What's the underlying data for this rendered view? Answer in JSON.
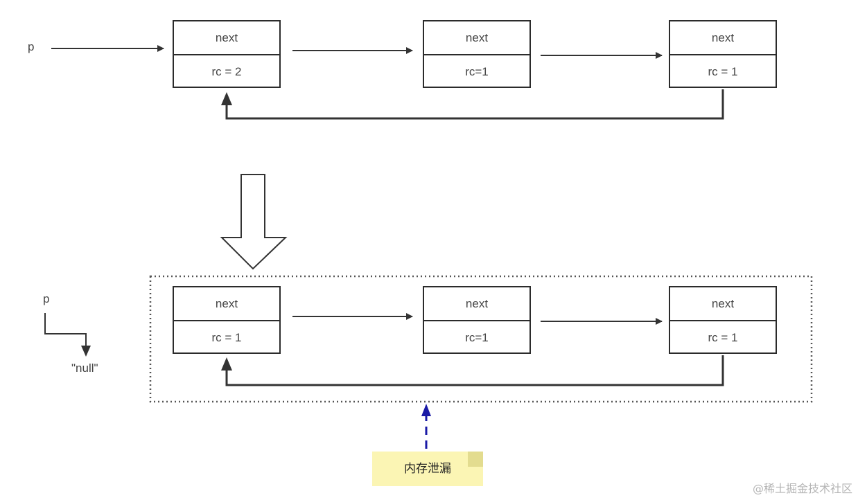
{
  "before": {
    "pointer_label": "p",
    "nodes": [
      {
        "next": "next",
        "rc": "rc = 2"
      },
      {
        "next": "next",
        "rc": "rc=1"
      },
      {
        "next": "next",
        "rc": "rc = 1"
      }
    ]
  },
  "after": {
    "pointer_label": "p",
    "pointer_target": "\"null\"",
    "nodes": [
      {
        "next": "next",
        "rc": "rc = 1"
      },
      {
        "next": "next",
        "rc": "rc=1"
      },
      {
        "next": "next",
        "rc": "rc = 1"
      }
    ]
  },
  "note": {
    "text": "内存泄漏"
  },
  "watermark": "@稀土掘金技术社区",
  "colors": {
    "line": "#333333",
    "note_bg": "#fbf5b4",
    "leak_arrow": "#1a1aa6"
  }
}
